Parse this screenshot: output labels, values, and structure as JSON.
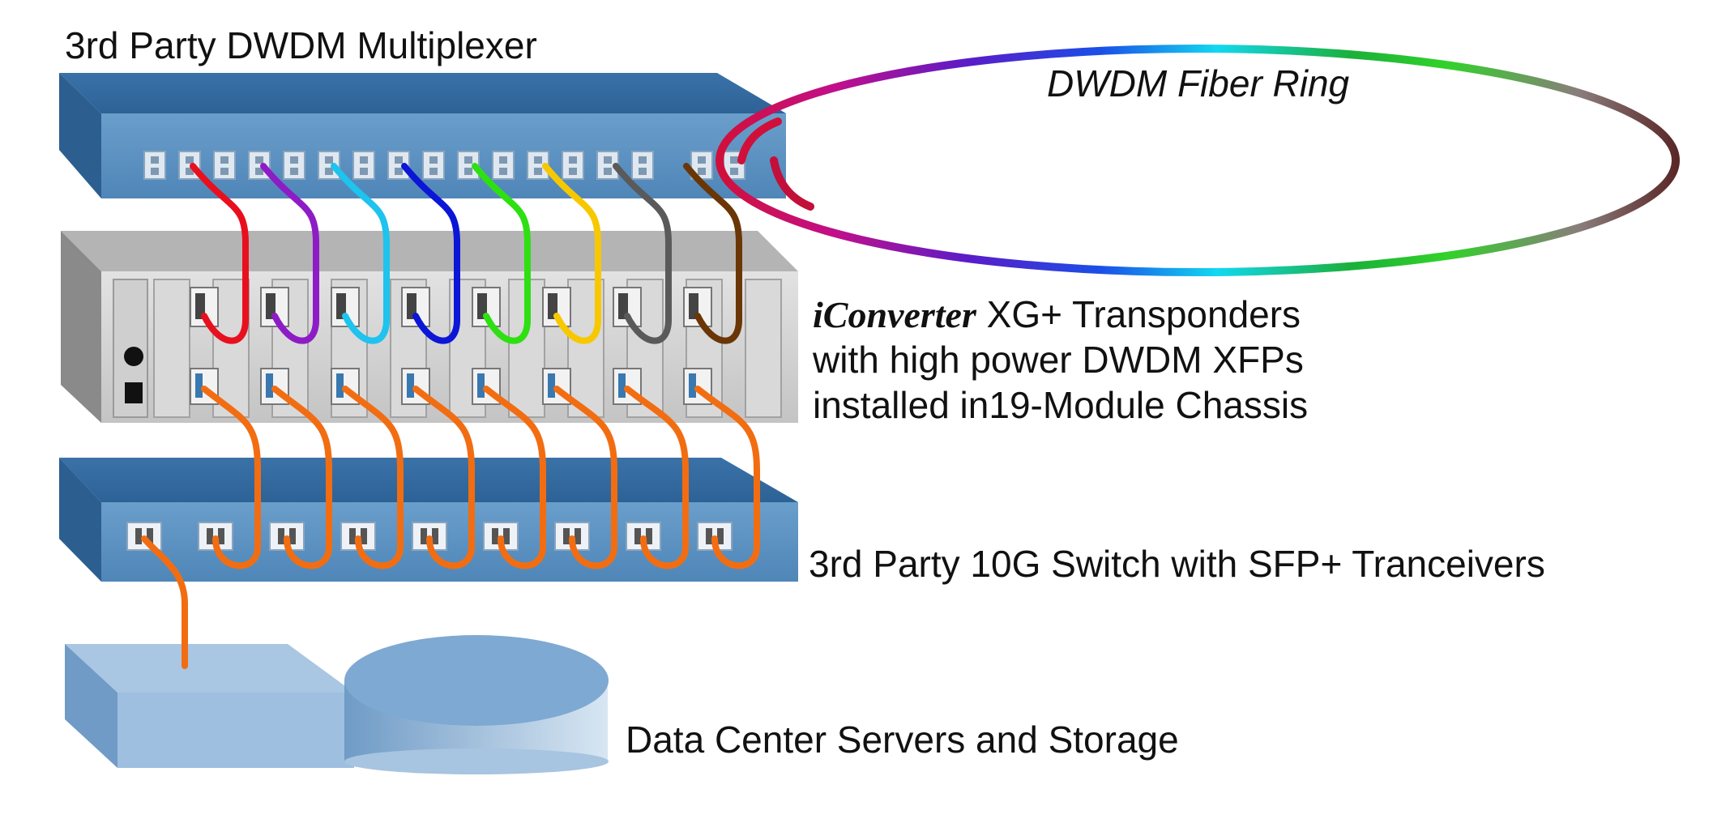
{
  "labels": {
    "mux": "3rd Party DWDM Multiplexer",
    "ring": "DWDM Fiber Ring",
    "transponder_brand": "iConverter",
    "transponder_line1": "XG+ Transponders",
    "transponder_line2": "with high power DWDM XFPs",
    "transponder_line3": "installed in19-Module Chassis",
    "switch": "3rd Party 10G Switch with SFP+ Tranceivers",
    "servers": "Data Center Servers and Storage"
  },
  "colors": {
    "mux_body": "#4f86b8",
    "chassis_body": "#d2d2d2",
    "switch_body": "#4f86b8",
    "copper_cable": "#f26d12",
    "storage": "#8fb4d6",
    "fiber_lambdas": [
      "#e8101e",
      "#8e1cc6",
      "#1ec3ee",
      "#0c16d6",
      "#2ee012",
      "#f7c800",
      "#5a5a5a",
      "#6a3606"
    ]
  },
  "icons": {
    "ring": "fiber-ring-icon",
    "mux": "dwdm-mux-icon",
    "chassis": "transponder-chassis-icon",
    "switch": "switch-icon",
    "server": "server-box-icon",
    "storage": "storage-cylinder-icon"
  }
}
